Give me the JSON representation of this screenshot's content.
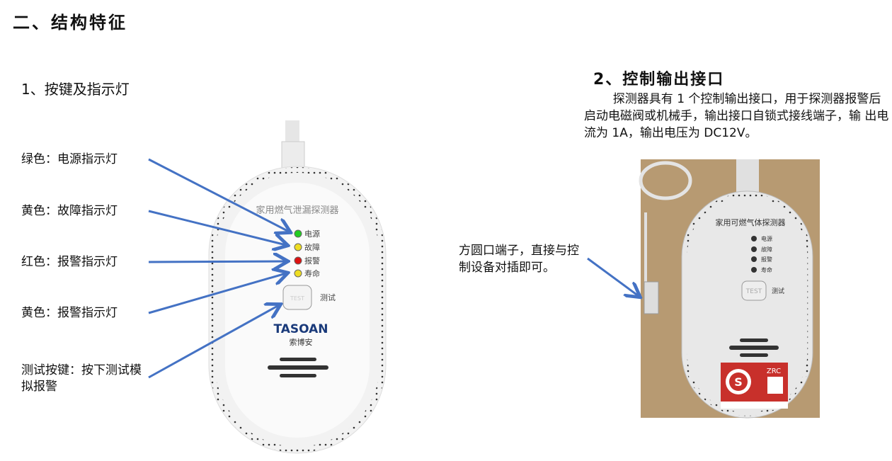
{
  "section_title": "二、结构特征",
  "left": {
    "subtitle": "1、按键及指示灯",
    "labels": [
      "绿色：电源指示灯",
      "黄色：故障指示灯",
      "红色：报警指示灯",
      "黄色：报警指示灯",
      "测试按键：按下测试模拟报警"
    ],
    "device": {
      "name": "家用燃气泄漏探测器",
      "leds": [
        {
          "label": "电源",
          "color": "#22cc22"
        },
        {
          "label": "故障",
          "color": "#eedd22"
        },
        {
          "label": "报警",
          "color": "#dd1111"
        },
        {
          "label": "寿命",
          "color": "#eedd22"
        }
      ],
      "button": "TEST",
      "button_label": "测试",
      "brand": "TASOAN",
      "brand_cn": "索博安"
    }
  },
  "right": {
    "heading": "2、控制输出接口",
    "paragraph": "探测器具有 1 个控制输出接口，用于探测器报警后启动电磁阀或机械手，输出接口自锁式接线端子，输 出电流为 1A，输出电压为 DC12V。",
    "note": "方圆口端子，直接与控制设备对插即可。",
    "photo": {
      "name": "家用可燃气体探测器",
      "leds": [
        "电源",
        "故障",
        "报警",
        "寿命"
      ],
      "button": "TEST",
      "button_label": "测试",
      "badge": "ZRC"
    }
  },
  "arrow_color": "#4472c4"
}
